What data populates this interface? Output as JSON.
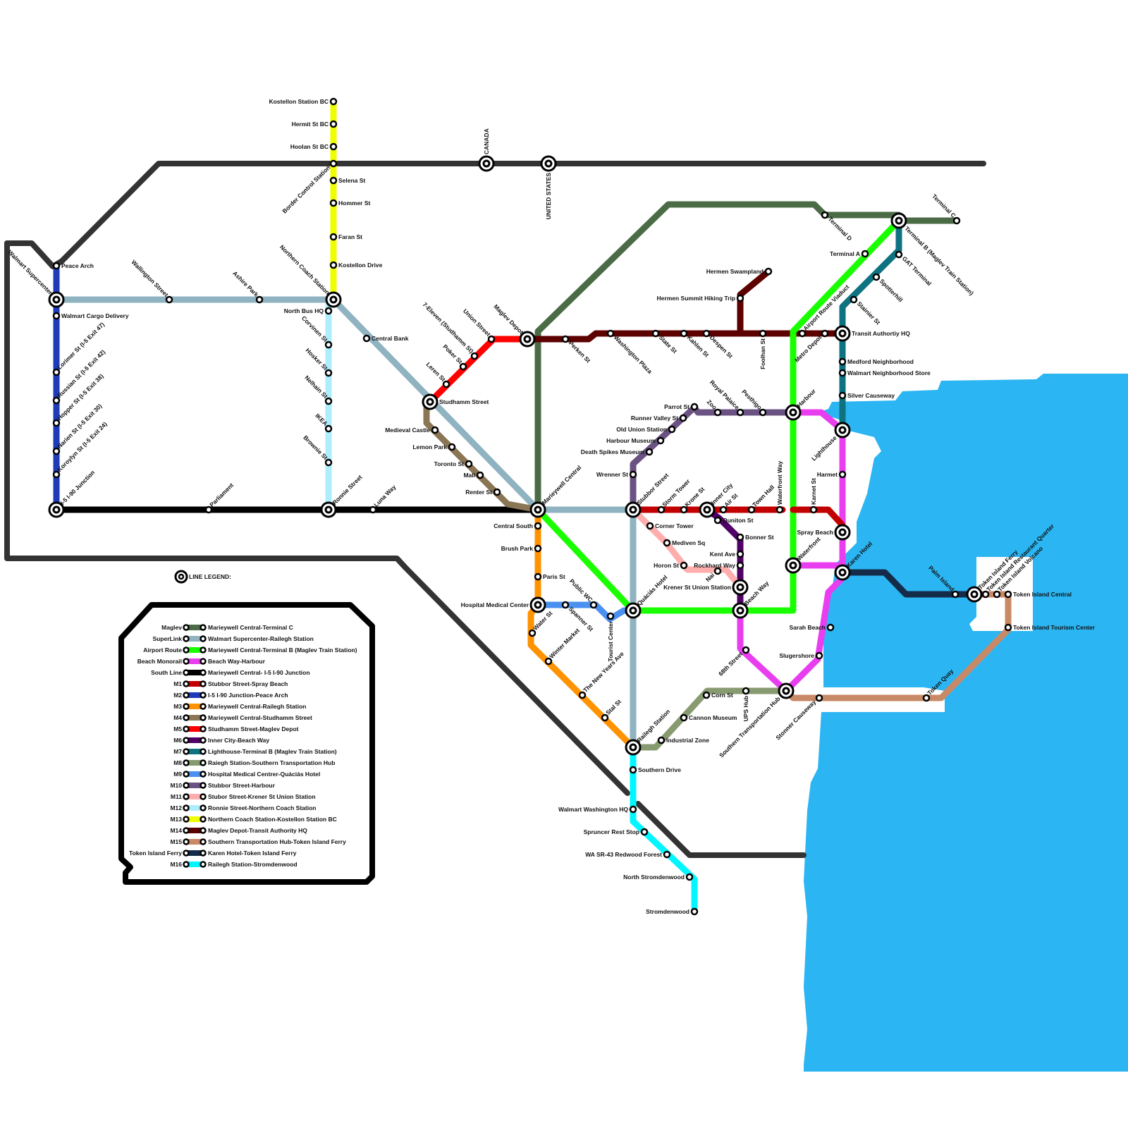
{
  "map_title": "Transit Network Map",
  "water_color": "#2bb5f2",
  "border_labels": {
    "canada": "CANADA",
    "usa": "UNITED STATES"
  },
  "legend": {
    "title": "LINE LEGEND:",
    "entries": [
      {
        "line": "Maglev",
        "route": "Marieywell Central-Terminal C",
        "color": "#4a6b45"
      },
      {
        "line": "SuperLink",
        "route": "Walmart Supercenter-Railegh Station",
        "color": "#8fb3c0"
      },
      {
        "line": "Airport Route",
        "route": "Marieywell Central-Terminal B (Maglev Train Station)",
        "color": "#1aff00"
      },
      {
        "line": "Beach Monorail",
        "route": "Beach Way-Harbour",
        "color": "#e83ef0"
      },
      {
        "line": "South Line",
        "route": "Marieywell Central- I-5 I-90 Junction",
        "color": "#000000"
      },
      {
        "line": "M1",
        "route": "Stubbor Street-Spray Beach",
        "color": "#c20000"
      },
      {
        "line": "M2",
        "route": "I-5 I-90 Junction-Peace Arch",
        "color": "#1f3bb8"
      },
      {
        "line": "M3",
        "route": "Marieywell Central-Railegh Station",
        "color": "#ff9200"
      },
      {
        "line": "M4",
        "route": "Marieywell Central-Studhamm Street",
        "color": "#8a7655"
      },
      {
        "line": "M5",
        "route": "Studhamm Street-Maglev Depot",
        "color": "#ff0000"
      },
      {
        "line": "M6",
        "route": "Inner City-Beach Way",
        "color": "#500066"
      },
      {
        "line": "M7",
        "route": "Lighthouse-Terminal B (Maglev Train Station)",
        "color": "#0e7280"
      },
      {
        "line": "M8",
        "route": "Raiegh Station-Southern Transportation Hub",
        "color": "#879a70"
      },
      {
        "line": "M9",
        "route": "Hospital  Medical Centrer-Quáciás Hotel",
        "color": "#4a90f0"
      },
      {
        "line": "M10",
        "route": "Stubbor Street-Harbour",
        "color": "#6a5282"
      },
      {
        "line": "M11",
        "route": "Stubor Street-Krener St Union Station",
        "color": "#ffadad"
      },
      {
        "line": "M12",
        "route": "Ronnie Street-Northern Coach Station",
        "color": "#aeeefc"
      },
      {
        "line": "M13",
        "route": "Northern Coach Station-Kostellon Station BC",
        "color": "#f0ff00"
      },
      {
        "line": "M14",
        "route": "Maglev Depot-Transit Authority HQ",
        "color": "#5c0000"
      },
      {
        "line": "M15",
        "route": "Southern Transportation Hub-Token Island Ferry",
        "color": "#c88966"
      },
      {
        "line": "Token Island Ferry",
        "route": "Karen Hotel-Token Island Ferry",
        "color": "#142c4a"
      },
      {
        "line": "M16",
        "route": "Railegh Station-Stromdenwood",
        "color": "#00f7ff"
      }
    ]
  },
  "stations": [
    {
      "name": "Kostellon Station BC",
      "type": "stop"
    },
    {
      "name": "Hermit St BC",
      "type": "stop"
    },
    {
      "name": "Hoolan St BC",
      "type": "stop"
    },
    {
      "name": "Border Control Station",
      "type": "stop"
    },
    {
      "name": "Selena St",
      "type": "stop"
    },
    {
      "name": "Hommer St",
      "type": "stop"
    },
    {
      "name": "Faran St",
      "type": "stop"
    },
    {
      "name": "Kostellon Drive",
      "type": "stop"
    },
    {
      "name": "Northern Coach Station",
      "type": "interchange"
    },
    {
      "name": "CANADA",
      "type": "interchange"
    },
    {
      "name": "UNITED STATES",
      "type": "interchange"
    },
    {
      "name": "Peace Arch",
      "type": "stop"
    },
    {
      "name": "Walmart Supercenter",
      "type": "interchange"
    },
    {
      "name": "Walmart Cargo Delivery",
      "type": "stop"
    },
    {
      "name": "Lorimer St (I-5 Exit 47)",
      "type": "stop"
    },
    {
      "name": "Russian St (I-5 Exit 42)",
      "type": "stop"
    },
    {
      "name": "Hopper St (I-5 Exit 38)",
      "type": "stop"
    },
    {
      "name": "Narien St (I-5 Exit 30)",
      "type": "stop"
    },
    {
      "name": "Koroylyn St (I-5 Exit 24)",
      "type": "stop"
    },
    {
      "name": "I-5 I-90 Junction",
      "type": "interchange"
    },
    {
      "name": "Parliament",
      "type": "stop"
    },
    {
      "name": "Wallington Street",
      "type": "stop"
    },
    {
      "name": "Ashire Park",
      "type": "stop"
    },
    {
      "name": "North Bus HQ",
      "type": "stop"
    },
    {
      "name": "Corvinen St",
      "type": "stop"
    },
    {
      "name": "Hosker St",
      "type": "stop"
    },
    {
      "name": "Nelhain St",
      "type": "stop"
    },
    {
      "name": "IKEA",
      "type": "stop"
    },
    {
      "name": "Brownie St",
      "type": "stop"
    },
    {
      "name": "Ronnie Street",
      "type": "interchange"
    },
    {
      "name": "Luna Way",
      "type": "stop"
    },
    {
      "name": "Central Bank",
      "type": "stop"
    },
    {
      "name": "Studhamm Street",
      "type": "interchange"
    },
    {
      "name": "Leren St",
      "type": "stop"
    },
    {
      "name": "Poker St",
      "type": "stop"
    },
    {
      "name": "7-Eleven (Studhamm St)",
      "type": "stop"
    },
    {
      "name": "Union Street",
      "type": "stop"
    },
    {
      "name": "Maglev Depot",
      "type": "interchange"
    },
    {
      "name": "Medieval Castle",
      "type": "stop"
    },
    {
      "name": "Lemon Park",
      "type": "stop"
    },
    {
      "name": "Toronto St",
      "type": "stop"
    },
    {
      "name": "Mall",
      "type": "stop"
    },
    {
      "name": "Renter St",
      "type": "stop"
    },
    {
      "name": "Marieywell Central",
      "type": "interchange"
    },
    {
      "name": "Perken St",
      "type": "stop"
    },
    {
      "name": "Washington Plaza",
      "type": "stop"
    },
    {
      "name": "State St",
      "type": "stop"
    },
    {
      "name": "Kahlen St",
      "type": "stop"
    },
    {
      "name": "Despen St",
      "type": "stop"
    },
    {
      "name": "Hermen Summit Hiking Trip",
      "type": "stop"
    },
    {
      "name": "Hermen Swampland",
      "type": "stop"
    },
    {
      "name": "Foolhan St",
      "type": "stop"
    },
    {
      "name": "Airport Route Viaduct",
      "type": "stop"
    },
    {
      "name": "Metro Depot",
      "type": "stop"
    },
    {
      "name": "Transit Authortiy HQ",
      "type": "interchange"
    },
    {
      "name": "Terminal D",
      "type": "stop"
    },
    {
      "name": "Terminal C",
      "type": "stop"
    },
    {
      "name": "Terminal B (Maglev Train Station)",
      "type": "interchange"
    },
    {
      "name": "Terminal A",
      "type": "stop"
    },
    {
      "name": "GAT Terminal",
      "type": "stop"
    },
    {
      "name": "Spotterhill",
      "type": "stop"
    },
    {
      "name": "Stainier St",
      "type": "stop"
    },
    {
      "name": "Medford Neighborhood",
      "type": "stop"
    },
    {
      "name": "Walmart Neighborhood Store",
      "type": "stop"
    },
    {
      "name": "Silver Causeway",
      "type": "stop"
    },
    {
      "name": "Lighthouse",
      "type": "interchange"
    },
    {
      "name": "Harmet",
      "type": "stop"
    },
    {
      "name": "Harbour",
      "type": "interchange"
    },
    {
      "name": "Parrot St",
      "type": "stop"
    },
    {
      "name": "Runner Valley St",
      "type": "stop"
    },
    {
      "name": "Old Union Station",
      "type": "stop"
    },
    {
      "name": "Harbour Museum",
      "type": "stop"
    },
    {
      "name": "Death Spikes Museum",
      "type": "stop"
    },
    {
      "name": "Wrenner St",
      "type": "stop"
    },
    {
      "name": "Zoo",
      "type": "stop"
    },
    {
      "name": "Royal Palaice",
      "type": "stop"
    },
    {
      "name": "Pesthigo",
      "type": "stop"
    },
    {
      "name": "Stubbor Street",
      "type": "interchange"
    },
    {
      "name": "Storm Tower",
      "type": "stop"
    },
    {
      "name": "Krone St",
      "type": "stop"
    },
    {
      "name": "Inner City",
      "type": "interchange"
    },
    {
      "name": "Air St",
      "type": "stop"
    },
    {
      "name": "Town Hall",
      "type": "stop"
    },
    {
      "name": "Waterfront Way",
      "type": "stop"
    },
    {
      "name": "Karnet St",
      "type": "stop"
    },
    {
      "name": "Spray Beach",
      "type": "interchange"
    },
    {
      "name": "Quniton St",
      "type": "stop"
    },
    {
      "name": "Bonner St",
      "type": "stop"
    },
    {
      "name": "Kent Ave",
      "type": "stop"
    },
    {
      "name": "Rockhard Way",
      "type": "stop"
    },
    {
      "name": "Krener St Union Station",
      "type": "interchange"
    },
    {
      "name": "Beach Way",
      "type": "interchange"
    },
    {
      "name": "Corner Tower",
      "type": "stop"
    },
    {
      "name": "Mediven Sq",
      "type": "stop"
    },
    {
      "name": "Horon St",
      "type": "stop"
    },
    {
      "name": "Nai",
      "type": "stop"
    },
    {
      "name": "Waterfront",
      "type": "interchange"
    },
    {
      "name": "Karen Hotel",
      "type": "interchange"
    },
    {
      "name": "Central South",
      "type": "stop"
    },
    {
      "name": "Brush Park",
      "type": "stop"
    },
    {
      "name": "Paris St",
      "type": "stop"
    },
    {
      "name": "Hospital  Medical Center",
      "type": "interchange"
    },
    {
      "name": "Spanner St",
      "type": "stop"
    },
    {
      "name": "Public WC",
      "type": "stop"
    },
    {
      "name": "Tourist Center",
      "type": "stop"
    },
    {
      "name": "Quáciás Hotel",
      "type": "interchange"
    },
    {
      "name": "Water St",
      "type": "stop"
    },
    {
      "name": "Winter Market",
      "type": "stop"
    },
    {
      "name": "The New Years Ave",
      "type": "stop"
    },
    {
      "name": "Stal St",
      "type": "stop"
    },
    {
      "name": "Railegh Station",
      "type": "interchange"
    },
    {
      "name": "Industrial Zone",
      "type": "stop"
    },
    {
      "name": "Cannon Museum",
      "type": "stop"
    },
    {
      "name": "Corn St",
      "type": "stop"
    },
    {
      "name": "UPS Hub",
      "type": "stop"
    },
    {
      "name": "Southern Transportation Hub",
      "type": "interchange"
    },
    {
      "name": "68th Street",
      "type": "stop"
    },
    {
      "name": "Sarah Beach",
      "type": "stop"
    },
    {
      "name": "Slugershore",
      "type": "stop"
    },
    {
      "name": "Stonner Causeway",
      "type": "stop"
    },
    {
      "name": "Token Quay",
      "type": "stop"
    },
    {
      "name": "Palm Island",
      "type": "stop"
    },
    {
      "name": "Token Island Ferry",
      "type": "interchange"
    },
    {
      "name": "Token Island Restaurant Quarter",
      "type": "stop"
    },
    {
      "name": "Token Island Volcano",
      "type": "stop"
    },
    {
      "name": "Token Island Central",
      "type": "stop"
    },
    {
      "name": "Token Island Tourism Center",
      "type": "stop"
    },
    {
      "name": "Southern Drive",
      "type": "stop"
    },
    {
      "name": "Walmart Washington HQ",
      "type": "stop"
    },
    {
      "name": "Spruncer Rest Stop",
      "type": "stop"
    },
    {
      "name": "WA SR-43 Redwood Forest",
      "type": "stop"
    },
    {
      "name": "North Stromdenwood",
      "type": "stop"
    },
    {
      "name": "Stromdenwood",
      "type": "stop"
    }
  ]
}
